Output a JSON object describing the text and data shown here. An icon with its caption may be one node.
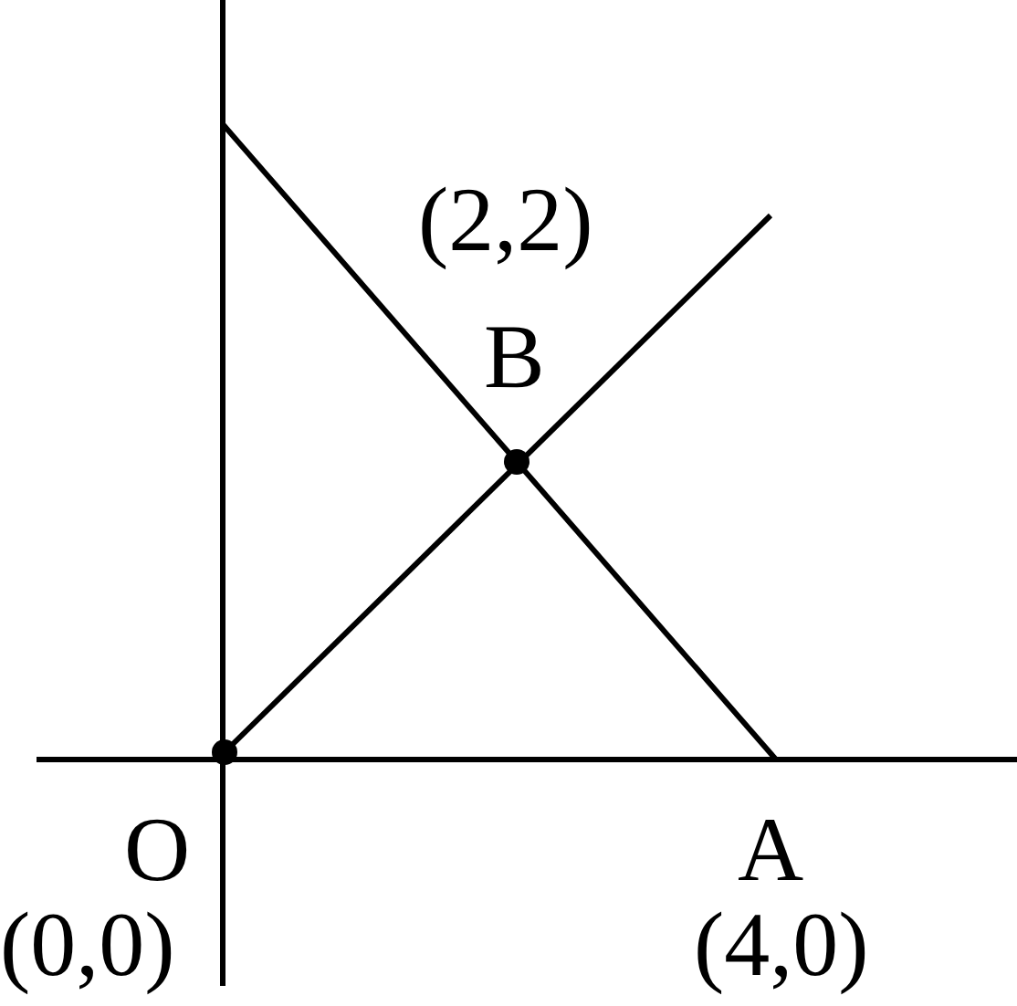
{
  "diagram": {
    "labels": [
      "(2,2)",
      "B",
      "O",
      "(0,0)",
      "A",
      "(4,0)"
    ]
  }
}
